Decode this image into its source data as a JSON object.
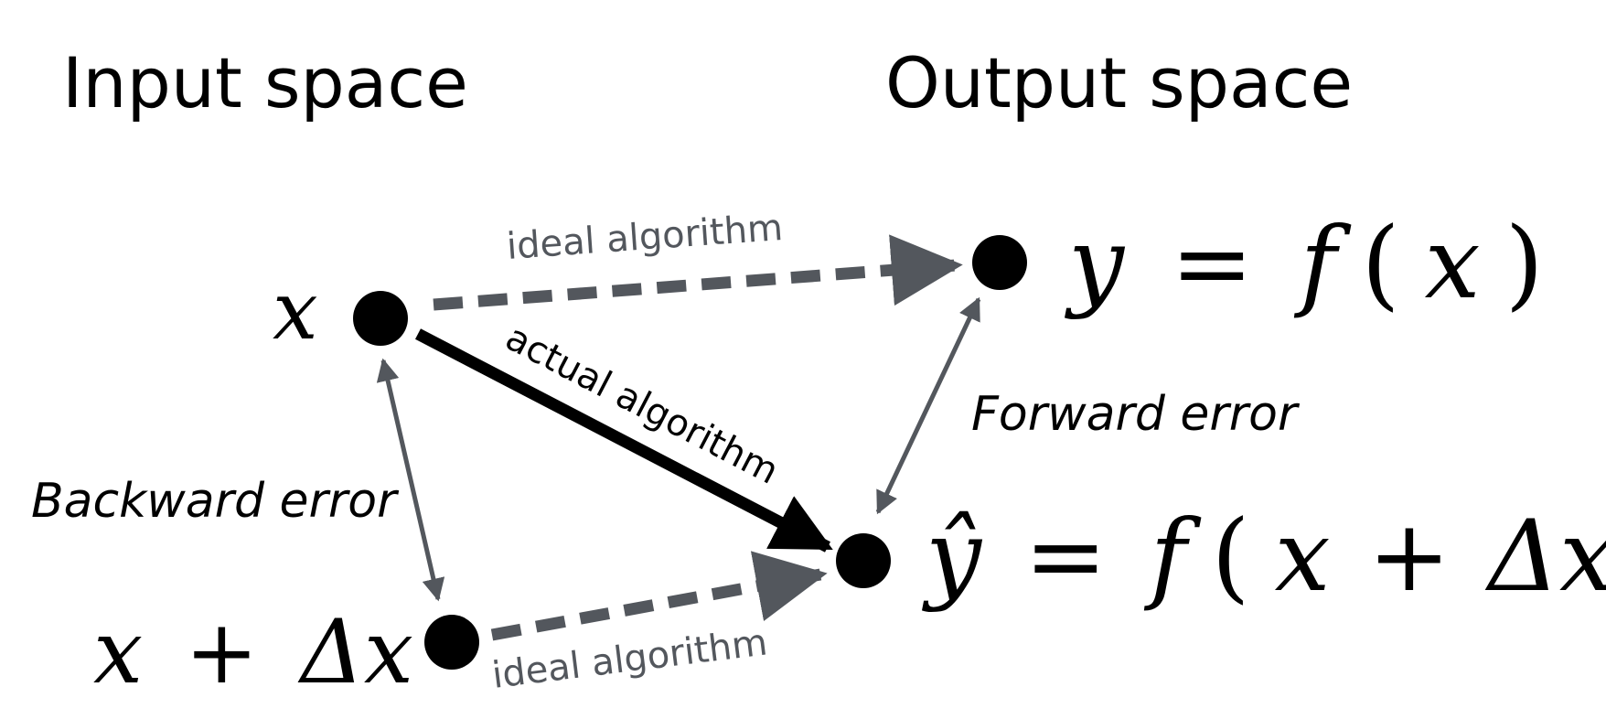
{
  "headings": {
    "input": "Input space",
    "output": "Output space"
  },
  "nodes": {
    "x": "x",
    "x_perturbed": {
      "var": "x",
      "op": "+",
      "delta": "Δx"
    },
    "y": {
      "lhs": "y",
      "eq": "=",
      "fn": "f",
      "open": "(",
      "arg": "x",
      "close": ")"
    },
    "y_hat": {
      "lhs": "ŷ",
      "eq": "=",
      "fn": "f",
      "open": "(",
      "arg1": "x",
      "op": "+",
      "arg2": "Δx",
      "close": ")"
    }
  },
  "arrows": {
    "ideal_top": "ideal algorithm",
    "ideal_bottom": "ideal algorithm",
    "actual": "actual algorithm"
  },
  "errors": {
    "backward": "Backward error",
    "forward": "Forward error"
  },
  "colors": {
    "ideal": "#53575d",
    "actual": "#000000",
    "error": "#53575d",
    "node": "#000000"
  }
}
